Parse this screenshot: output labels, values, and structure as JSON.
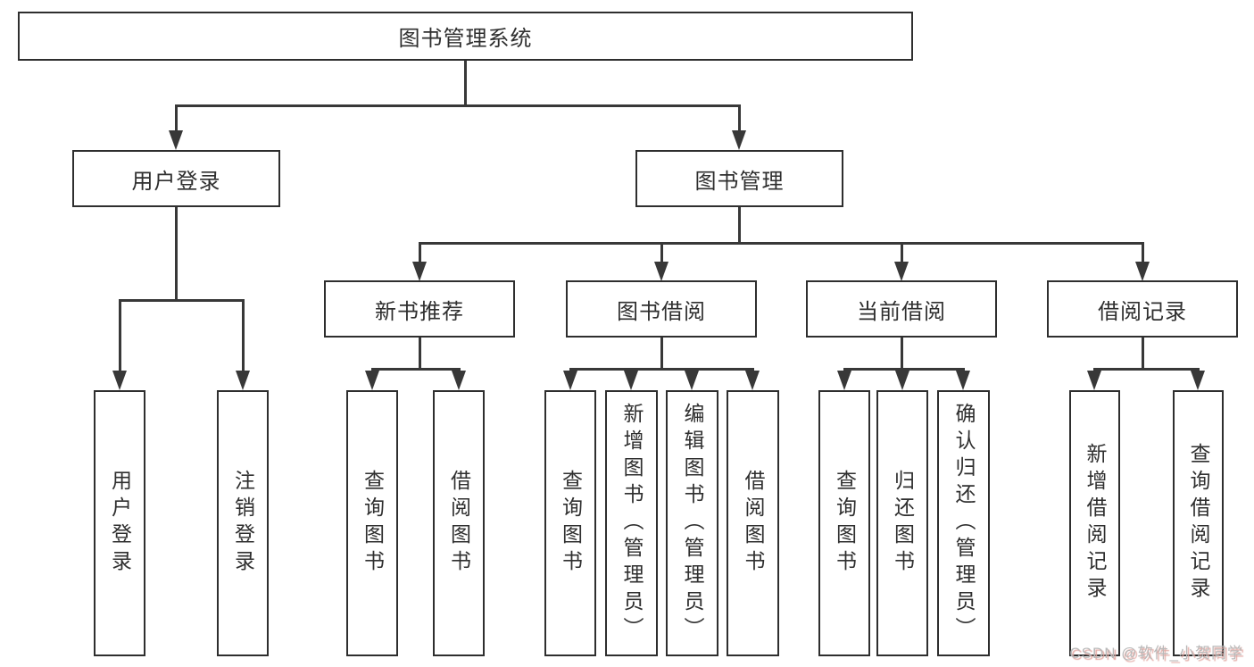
{
  "diagram": {
    "type": "hierarchy-tree",
    "line_color": "#383838",
    "box_border_color": "#2e2e2e",
    "box_fill_color": "#ffffff",
    "text_color": "#2f2f2f"
  },
  "tree": {
    "label": "图书管理系统",
    "children": [
      {
        "label": "用户登录",
        "children": [
          {
            "label": "用户登录"
          },
          {
            "label": "注销登录"
          }
        ]
      },
      {
        "label": "图书管理",
        "children": [
          {
            "label": "新书推荐",
            "children": [
              {
                "label": "查询图书"
              },
              {
                "label": "借阅图书"
              }
            ]
          },
          {
            "label": "图书借阅",
            "children": [
              {
                "label": "查询图书"
              },
              {
                "label": "新增图书（管理员）"
              },
              {
                "label": "编辑图书（管理员）"
              },
              {
                "label": "借阅图书"
              }
            ]
          },
          {
            "label": "当前借阅",
            "children": [
              {
                "label": "查询图书"
              },
              {
                "label": "归还图书"
              },
              {
                "label": "确认归还（管理员）"
              }
            ]
          },
          {
            "label": "借阅记录",
            "children": [
              {
                "label": "新增借阅记录"
              },
              {
                "label": "查询借阅记录"
              }
            ]
          }
        ]
      }
    ]
  },
  "watermark": {
    "text": "CSDN @软件_小贺同学"
  }
}
